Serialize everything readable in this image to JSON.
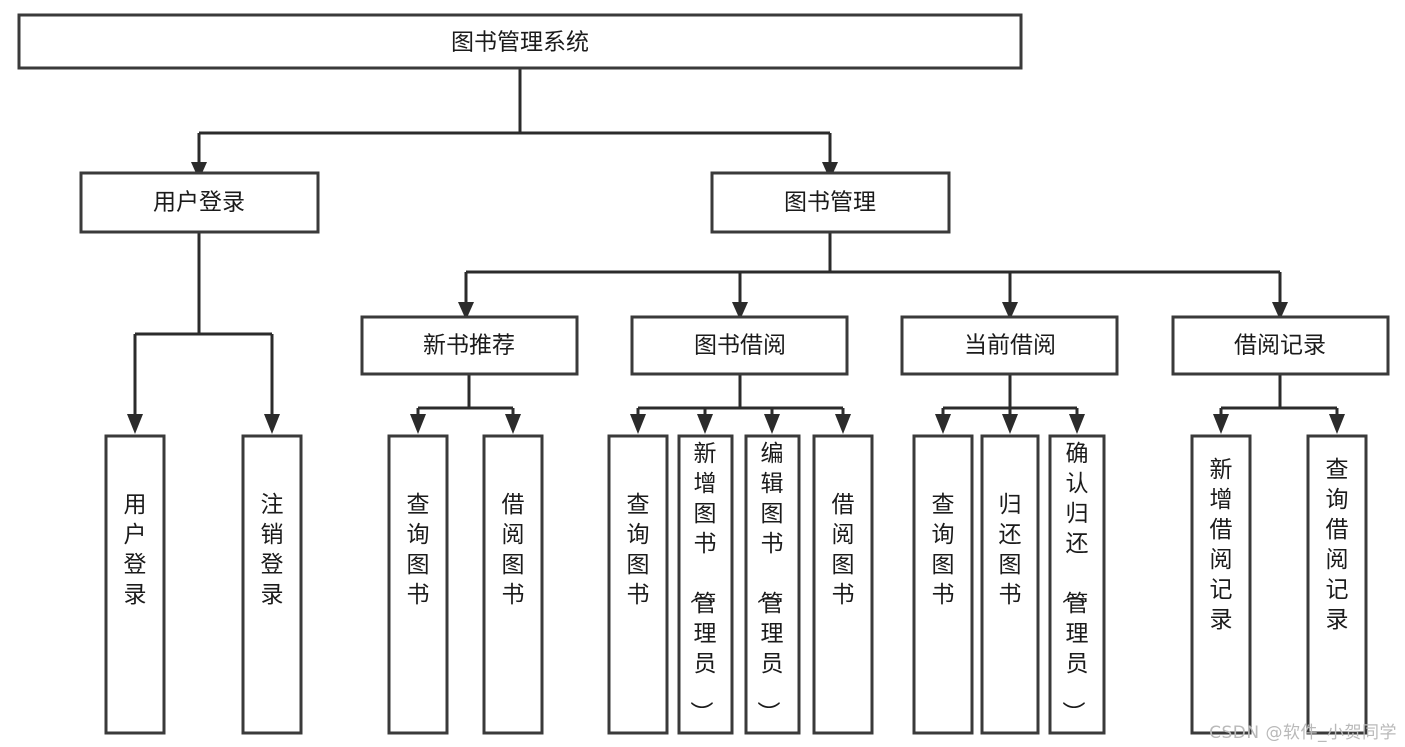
{
  "diagram": {
    "title": "图书管理系统",
    "type": "tree",
    "watermark": "CSDN @软件_小贺同学",
    "colors": {
      "box_stroke": "#3a3a3a",
      "link_stroke": "#2b2b2b",
      "box_fill": "#ffffff",
      "text": "#1b1b1b",
      "watermark": "#b9b9b9",
      "background": "#ffffff"
    },
    "root": {
      "id": "root",
      "label": "图书管理系统",
      "orientation": "horizontal"
    },
    "level2": [
      {
        "id": "user-login",
        "label": "用户登录",
        "orientation": "horizontal"
      },
      {
        "id": "book-manage",
        "label": "图书管理",
        "orientation": "horizontal"
      }
    ],
    "level3": [
      {
        "id": "new-book-recommend",
        "label": "新书推荐",
        "parent": "book-manage",
        "orientation": "horizontal"
      },
      {
        "id": "book-borrow",
        "label": "图书借阅",
        "parent": "book-manage",
        "orientation": "horizontal"
      },
      {
        "id": "current-borrow",
        "label": "当前借阅",
        "parent": "book-manage",
        "orientation": "horizontal"
      },
      {
        "id": "borrow-record",
        "label": "借阅记录",
        "parent": "book-manage",
        "orientation": "horizontal"
      }
    ],
    "leaves": [
      {
        "id": "leaf-user-login",
        "label": "用户登录",
        "parent": "user-login",
        "orientation": "vertical"
      },
      {
        "id": "leaf-user-logout",
        "label": "注销登录",
        "parent": "user-login",
        "orientation": "vertical"
      },
      {
        "id": "leaf-query-book-1",
        "label": "查询图书",
        "parent": "new-book-recommend",
        "orientation": "vertical"
      },
      {
        "id": "leaf-borrow-book-1",
        "label": "借阅图书",
        "parent": "new-book-recommend",
        "orientation": "vertical"
      },
      {
        "id": "leaf-query-book-2",
        "label": "查询图书",
        "parent": "book-borrow",
        "orientation": "vertical"
      },
      {
        "id": "leaf-add-book",
        "label": "新增图书（管理员）",
        "parent": "book-borrow",
        "orientation": "vertical"
      },
      {
        "id": "leaf-edit-book",
        "label": "编辑图书（管理员）",
        "parent": "book-borrow",
        "orientation": "vertical"
      },
      {
        "id": "leaf-borrow-book-2",
        "label": "借阅图书",
        "parent": "book-borrow",
        "orientation": "vertical"
      },
      {
        "id": "leaf-query-book-3",
        "label": "查询图书",
        "parent": "current-borrow",
        "orientation": "vertical"
      },
      {
        "id": "leaf-return-book",
        "label": "归还图书",
        "parent": "current-borrow",
        "orientation": "vertical"
      },
      {
        "id": "leaf-confirm-return",
        "label": "确认归还（管理员）",
        "parent": "current-borrow",
        "orientation": "vertical"
      },
      {
        "id": "leaf-add-record",
        "label": "新增借阅记录",
        "parent": "borrow-record",
        "orientation": "vertical"
      },
      {
        "id": "leaf-query-record",
        "label": "查询借阅记录",
        "parent": "borrow-record",
        "orientation": "vertical"
      }
    ]
  }
}
